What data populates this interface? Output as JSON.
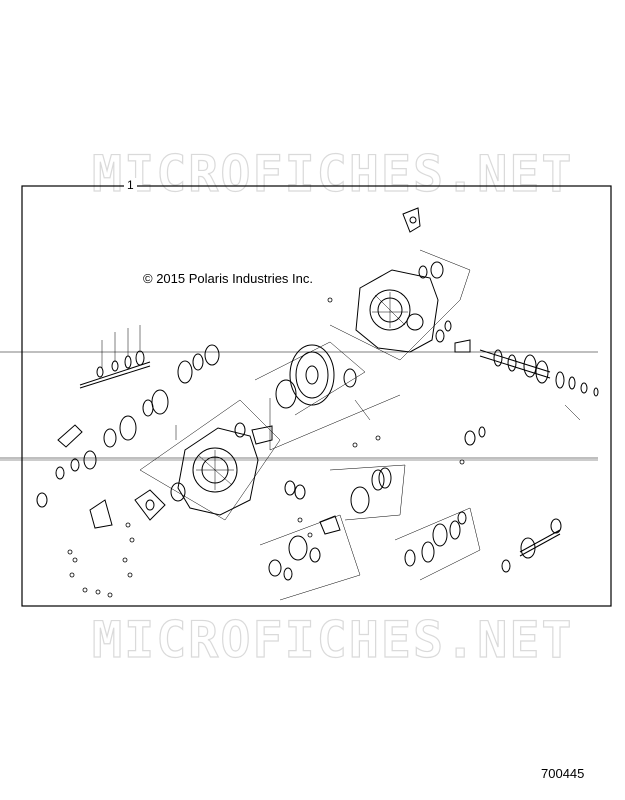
{
  "watermark": {
    "top_text": "MICROFICHES.NET",
    "bottom_text": "MICROFICHES.NET"
  },
  "diagram": {
    "frame_label": "1",
    "copyright": "© 2015 Polaris Industries Inc.",
    "drawing_number": "700445"
  },
  "colors": {
    "line": "#000000",
    "watermark": "#d6d6d6",
    "background": "#ffffff"
  }
}
